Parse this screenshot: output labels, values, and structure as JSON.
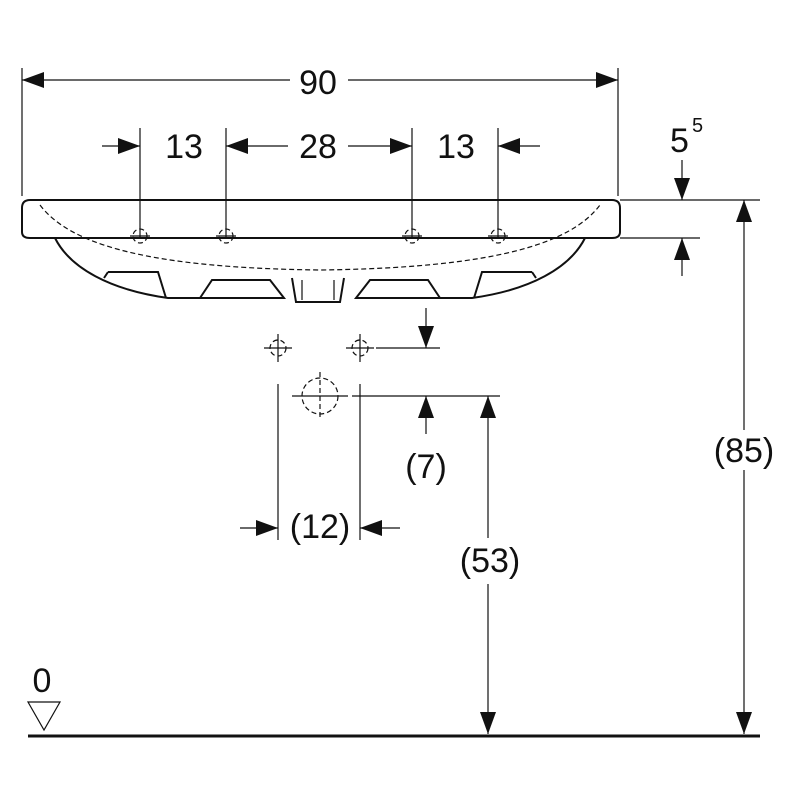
{
  "dimensions": {
    "overall_width": "90",
    "tap_spacing_left": "13",
    "tap_spacing_middle": "28",
    "tap_spacing_right": "13",
    "rim_thickness_base": "5",
    "rim_thickness_sup": "5",
    "overall_height": "(85)",
    "drain_height": "(53)",
    "drain_offset": "(7)",
    "drain_spacing": "(12)",
    "floor_level": "0"
  }
}
